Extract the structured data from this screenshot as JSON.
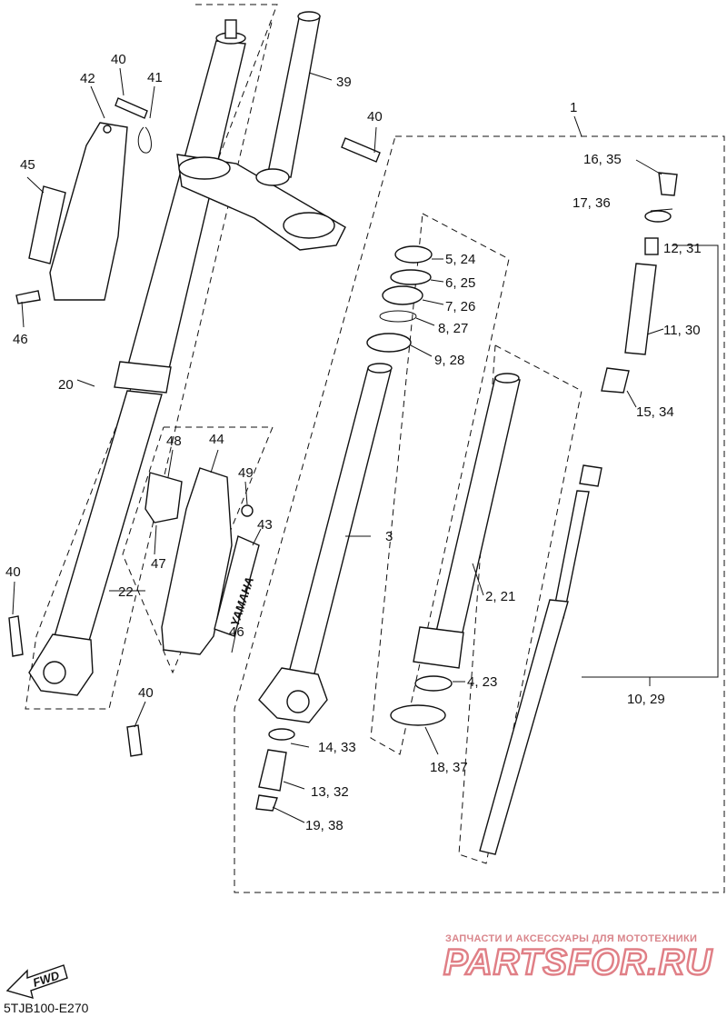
{
  "diagram": {
    "code": "5TJB100-E270",
    "watermark": {
      "tagline": "ЗАПЧАСТИ И АКСЕССУАРЫ ДЛЯ МОТОТЕХНИКИ",
      "brand": "PARTSFOR.RU"
    },
    "fwd_label": "FWD",
    "decal_text": "YAMAHA",
    "callouts": [
      {
        "id": "c1",
        "label": "1"
      },
      {
        "id": "c3",
        "label": "3"
      },
      {
        "id": "c2_21",
        "label": "2, 21"
      },
      {
        "id": "c4_23",
        "label": "4, 23"
      },
      {
        "id": "c5_24",
        "label": "5, 24"
      },
      {
        "id": "c6_25",
        "label": "6, 25"
      },
      {
        "id": "c7_26",
        "label": "7, 26"
      },
      {
        "id": "c8_27",
        "label": "8, 27"
      },
      {
        "id": "c9_28",
        "label": "9, 28"
      },
      {
        "id": "c10_29",
        "label": "10, 29"
      },
      {
        "id": "c11_30",
        "label": "11, 30"
      },
      {
        "id": "c12_31",
        "label": "12, 31"
      },
      {
        "id": "c13_32",
        "label": "13, 32"
      },
      {
        "id": "c14_33",
        "label": "14, 33"
      },
      {
        "id": "c15_34",
        "label": "15, 34"
      },
      {
        "id": "c16_35",
        "label": "16, 35"
      },
      {
        "id": "c17_36",
        "label": "17, 36"
      },
      {
        "id": "c18_37",
        "label": "18, 37"
      },
      {
        "id": "c19_38",
        "label": "19, 38"
      },
      {
        "id": "c20",
        "label": "20"
      },
      {
        "id": "c22",
        "label": "22"
      },
      {
        "id": "c39",
        "label": "39"
      },
      {
        "id": "c40a",
        "label": "40"
      },
      {
        "id": "c40b",
        "label": "40"
      },
      {
        "id": "c40c",
        "label": "40"
      },
      {
        "id": "c40d",
        "label": "40"
      },
      {
        "id": "c41",
        "label": "41"
      },
      {
        "id": "c42",
        "label": "42"
      },
      {
        "id": "c43",
        "label": "43"
      },
      {
        "id": "c44",
        "label": "44"
      },
      {
        "id": "c45",
        "label": "45"
      },
      {
        "id": "c46a",
        "label": "46"
      },
      {
        "id": "c46b",
        "label": "46"
      },
      {
        "id": "c47",
        "label": "47"
      },
      {
        "id": "c48",
        "label": "48"
      },
      {
        "id": "c49",
        "label": "49"
      }
    ]
  }
}
